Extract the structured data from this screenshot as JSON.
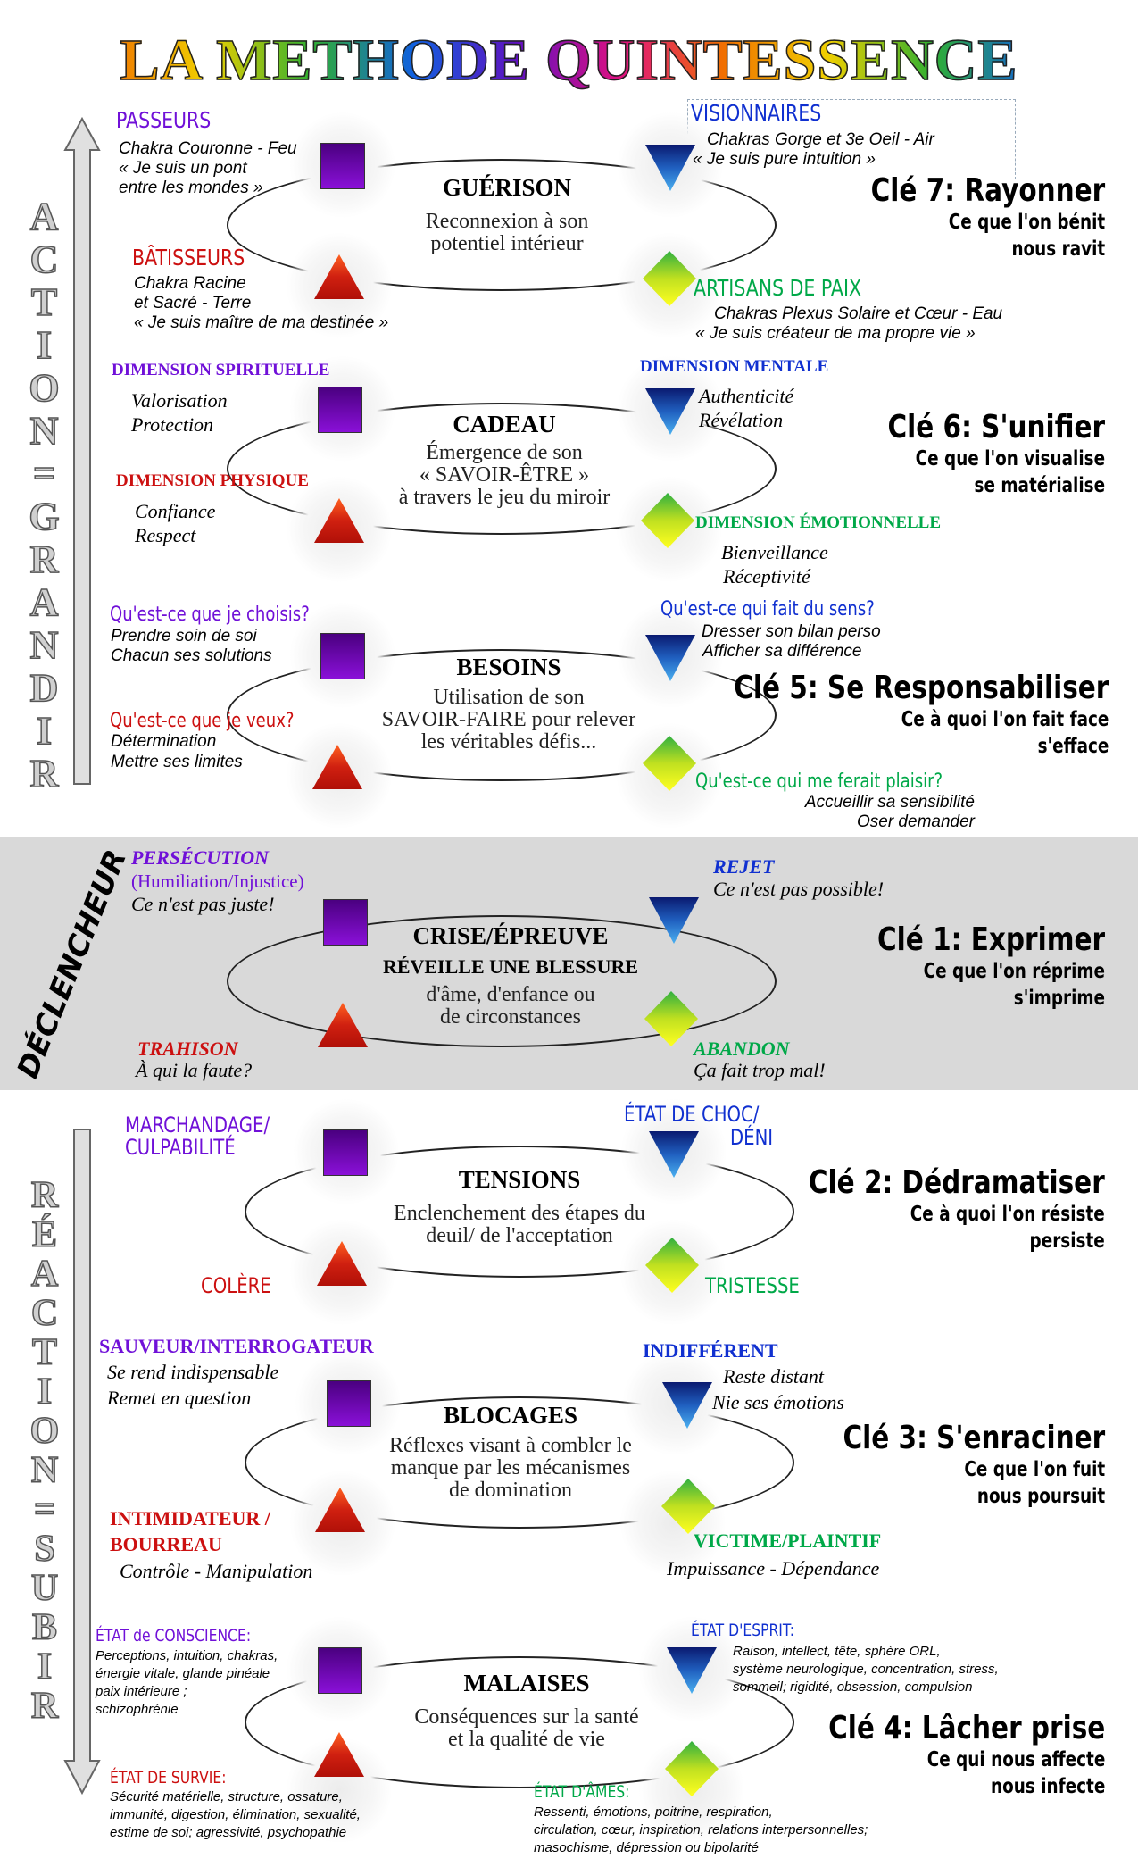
{
  "title": "LA METHODE QUINTESSENCE",
  "side": {
    "top": "ACTION=GRANDIR",
    "band": "DÉCLENCHEUR",
    "bottom": "RÉACTION=SUBIR"
  },
  "guerison": {
    "title": "GUÉRISON",
    "l1": "Reconnexion à son",
    "l2": "potentiel intérieur",
    "tl": {
      "h": "PASSEURS",
      "a": "Chakra Couronne - Feu",
      "b": "« Je suis un pont",
      "c": "entre les mondes »"
    },
    "tr": {
      "h": "VISIONNAIRES",
      "a": "Chakras Gorge et 3e Oeil  - Air",
      "b": "« Je suis pure intuition »"
    },
    "bl": {
      "h": "BÂTISSEURS",
      "a": "Chakra Racine",
      "b": "et Sacré - Terre",
      "c": "« Je suis maître de ma destinée »"
    },
    "br": {
      "h": "ARTISANS DE PAIX",
      "a": "Chakras Plexus Solaire et Cœur - Eau",
      "b": "« Je suis créateur de ma propre vie »"
    },
    "key": {
      "k": "Clé 7: Rayonner",
      "a": "Ce que l'on bénit",
      "b": "nous ravit"
    }
  },
  "cadeau": {
    "title": "CADEAU",
    "l1": "Émergence de son",
    "l2": "« SAVOIR-ÊTRE »",
    "l3": "à travers le jeu du miroir",
    "tl": {
      "h": "DIMENSION SPIRITUELLE",
      "a": "Valorisation",
      "b": "Protection"
    },
    "tr": {
      "h": "DIMENSION MENTALE",
      "a": "Authenticité",
      "b": "Révélation"
    },
    "bl": {
      "h": "DIMENSION PHYSIQUE",
      "a": "Confiance",
      "b": "Respect"
    },
    "br": {
      "h": "DIMENSION ÉMOTIONNELLE",
      "a": "Bienveillance",
      "b": "Réceptivité"
    },
    "key": {
      "k": "Clé 6: S'unifier",
      "a": "Ce que l'on visualise",
      "b": "se matérialise"
    }
  },
  "besoins": {
    "title": "BESOINS",
    "l1": "Utilisation de son",
    "l2": "SAVOIR-FAIRE pour relever",
    "l3": "les véritables défis...",
    "tl": {
      "h": "Qu'est-ce que je choisis?",
      "a": "Prendre soin de soi",
      "b": "Chacun ses solutions"
    },
    "tr": {
      "h": "Qu'est-ce qui fait du sens?",
      "a": "Dresser son bilan perso",
      "b": "Afficher sa différence"
    },
    "bl": {
      "h": "Qu'est-ce que je veux?",
      "a": "Détermination",
      "b": "Mettre ses limites"
    },
    "br": {
      "h": "Qu'est-ce qui me ferait plaisir?",
      "a": "Accueillir sa sensibilité",
      "b": "Oser demander"
    },
    "key": {
      "k": "Clé 5: Se Responsabiliser",
      "a": "Ce à quoi l'on fait face",
      "b": "s'efface"
    }
  },
  "crise": {
    "title": "CRISE/ÉPREUVE",
    "sub": "RÉVEILLE UNE BLESSURE",
    "l1": "d'âme, d'enfance ou",
    "l2": "de circonstances",
    "tl": {
      "h": "PERSÉCUTION",
      "a": "(Humiliation/Injustice)",
      "b": "Ce n'est pas juste!"
    },
    "tr": {
      "h": "REJET",
      "a": "Ce n'est pas possible!"
    },
    "bl": {
      "h": "TRAHISON",
      "a": "À qui la faute?"
    },
    "br": {
      "h": "ABANDON",
      "a": "Ça fait trop mal!"
    },
    "key": {
      "k": "Clé 1: Exprimer",
      "a": "Ce que l'on réprime",
      "b": "s'imprime"
    }
  },
  "tensions": {
    "title": "TENSIONS",
    "l1": "Enclenchement des étapes du",
    "l2": "deuil/ de l'acceptation",
    "tl": {
      "h": "MARCHANDAGE/",
      "b": "CULPABILITÉ"
    },
    "tr": {
      "h": "ÉTAT DE CHOC/",
      "b": "DÉNI"
    },
    "bl": {
      "h": "COLÈRE"
    },
    "br": {
      "h": "TRISTESSE"
    },
    "key": {
      "k": "Clé 2: Dédramatiser",
      "a": "Ce à quoi l'on résiste",
      "b": "persiste"
    }
  },
  "blocages": {
    "title": "BLOCAGES",
    "l1": "Réflexes visant à combler le",
    "l2": "manque par les mécanismes",
    "l3": "de domination",
    "tl": {
      "h": "SAUVEUR/INTERROGATEUR",
      "a": "Se rend indispensable",
      "b": "Remet en question"
    },
    "tr": {
      "h": "INDIFFÉRENT",
      "a": "Reste distant",
      "b": "Nie ses émotions"
    },
    "bl": {
      "h": "INTIMIDATEUR /",
      "h2": "BOURREAU",
      "a": "Contrôle - Manipulation"
    },
    "br": {
      "h": "VICTIME/PLAINTIF",
      "a": "Impuissance - Dépendance"
    },
    "key": {
      "k": "Clé 3: S'enraciner",
      "a": "Ce que l'on fuit",
      "b": "nous poursuit"
    }
  },
  "malaises": {
    "title": "MALAISES",
    "l1": "Conséquences sur la santé",
    "l2": "et la qualité de vie",
    "tl": {
      "h": "ÉTAT de CONSCIENCE:",
      "a": "Perceptions, intuition, chakras,",
      "b": "énergie vitale, glande pinéale",
      "c": "paix intérieure ;",
      "d": "schizophrénie"
    },
    "tr": {
      "h": "ÉTAT D'ESPRIT:",
      "a": "Raison, intellect, tête, sphère ORL,",
      "b": "système neurologique, concentration, stress,",
      "c": "sommeil; rigidité, obsession, compulsion"
    },
    "bl": {
      "h": "ÉTAT DE SURVIE:",
      "a": "Sécurité matérielle, structure, ossature,",
      "b": "immunité, digestion, élimination, sexualité,",
      "c": "estime de soi; agressivité, psychopathie"
    },
    "br": {
      "h": "ÉTAT D'ÂMES:",
      "a": "Ressenti, émotions, poitrine, respiration,",
      "b": "circulation, cœur, inspiration, relations interpersonnelles;",
      "c": "masochisme, dépression ou bipolarité"
    },
    "key": {
      "k": "Clé 4: Lâcher prise",
      "a": "Ce qui nous affecte",
      "b": "nous infecte"
    }
  }
}
